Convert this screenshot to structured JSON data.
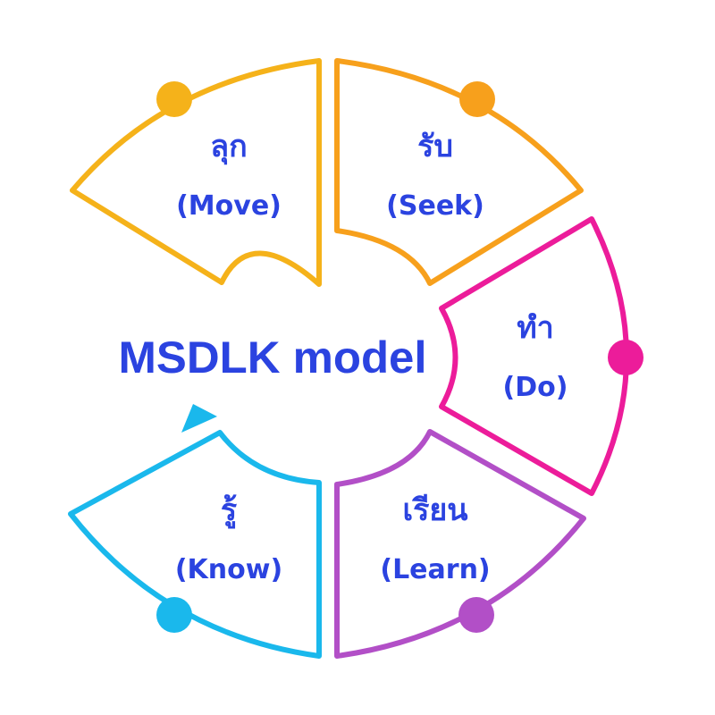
{
  "center": {
    "title": "MSDLK model"
  },
  "segments": [
    {
      "id": "move",
      "thai": "ลุก",
      "english": "(Move)",
      "color": "#f5b21a"
    },
    {
      "id": "seek",
      "thai": "รับ",
      "english": "(Seek)",
      "color": "#f7a01c"
    },
    {
      "id": "do",
      "thai": "ทำ",
      "english": "(Do)",
      "color": "#ec1c9a"
    },
    {
      "id": "learn",
      "thai": "เรียน",
      "english": "(Learn)",
      "color": "#b24fc7"
    },
    {
      "id": "know",
      "thai": "รู้",
      "english": "(Know)",
      "color": "#1ab8ec"
    }
  ],
  "arrow": {
    "color": "#1ab8ec"
  },
  "colors": {
    "label_text": "#2b43e0",
    "background": "#ffffff"
  }
}
